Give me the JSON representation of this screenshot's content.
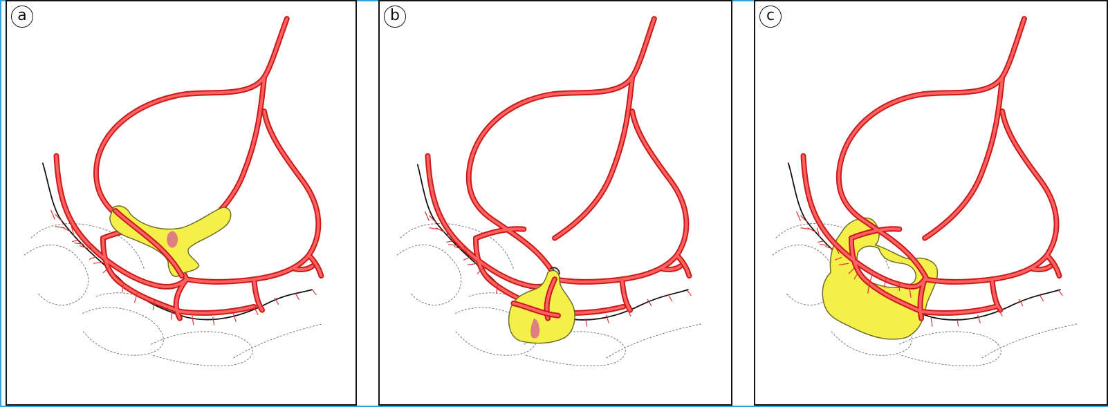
{
  "panels": [
    {
      "id": "a",
      "label": "a"
    },
    {
      "id": "b",
      "label": "b"
    },
    {
      "id": "c",
      "label": "c"
    }
  ],
  "colors": {
    "vessel_outline": "#c81a1a",
    "vessel_fill": "#ff6060",
    "lesion_fill": "#f5ef4a",
    "lesion_outline": "#6b6b2a",
    "bleed_spot": "#e07f82",
    "bowel_outline": "#555555",
    "mesentery_line": "#111111",
    "border": "#111111",
    "frame": "#3aa0d8"
  },
  "icons": [
    "blood-vessel",
    "lesion",
    "bleeding-spot",
    "bowel-wall"
  ]
}
